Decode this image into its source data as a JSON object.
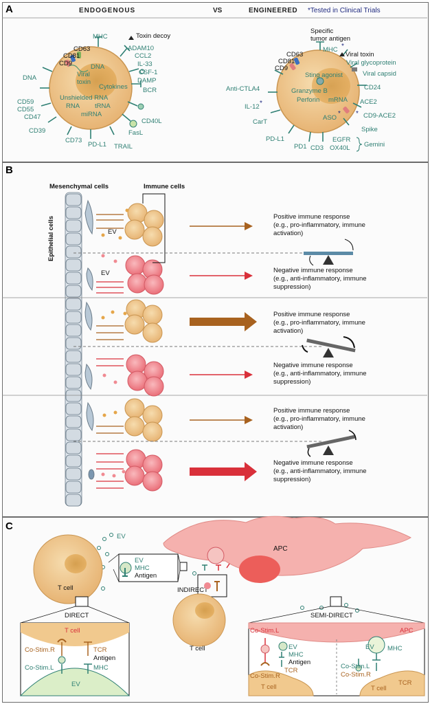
{
  "panelA": {
    "letter": "A",
    "header_left": "ENDOGENOUS",
    "header_vs": "VS",
    "header_right": "ENGINEERED",
    "header_note": "*Tested in Clinical Trials",
    "endogenous_labels": [
      "Toxin decoy",
      "MHC",
      "CD63",
      "CD81",
      "CD9",
      "ADAM10",
      "CCL2",
      "IL-33",
      "CSF-1",
      "DAMP",
      "BCR",
      "DNA",
      "Viral",
      "toxin",
      "DNA",
      "Cytokines",
      "Unshielded RNA",
      "RNA",
      "tRNA",
      "miRNA",
      "CD59",
      "CD55",
      "CD47",
      "CD40L",
      "FasL",
      "CD39",
      "CD73",
      "PD-L1",
      "TRAIL"
    ],
    "engineered_labels": [
      "Specific",
      "tumor antigen",
      "MHC",
      "CD63",
      "CD81",
      "CD9",
      "Viral toxin",
      "Viral glycoprotein",
      "Viral capsid",
      "Sting agonist",
      "CD24",
      "Anti-CTLA4",
      "Granzyme B",
      "Perforin",
      "mRNA",
      "ACE2",
      "IL-12",
      "ASO",
      "CD9-ACE2",
      "CarT",
      "Spike",
      "PD-L1",
      "PD1",
      "CD3",
      "EGFR",
      "OX40L",
      "Gemini"
    ],
    "star": "*"
  },
  "panelB": {
    "letter": "B",
    "mesenchymal": "Mesenchymal cells",
    "immune": "Immune cells",
    "epithelial": "Epithelial cells",
    "ev": "EV",
    "positive": "Positive immune response",
    "positive_eg1": "(e.g., pro-inflammatory, immune",
    "positive_eg2": "activation)",
    "negative": "Negative immune response",
    "negative_eg1": "(e.g., anti-inflammatory, immune",
    "negative_eg2": "suppression)"
  },
  "panelC": {
    "letter": "C",
    "ev": "EV",
    "tcell": "T cell",
    "apc": "APC",
    "mhc": "MHC",
    "antigen": "Antigen",
    "indirect": "INDIRECT",
    "direct": "DIRECT",
    "semidirect": "SEMI-DIRECT",
    "costim_r": "Co-Stim.R",
    "costim_l": "Co-Stim.L",
    "tcr": "TCR"
  },
  "colors": {
    "teal": "#2e7f73",
    "brown": "#a8621f",
    "red": "#d9303a",
    "navy": "#1f2a80",
    "cell": "#f1c98e",
    "pink": "#f08a92"
  }
}
